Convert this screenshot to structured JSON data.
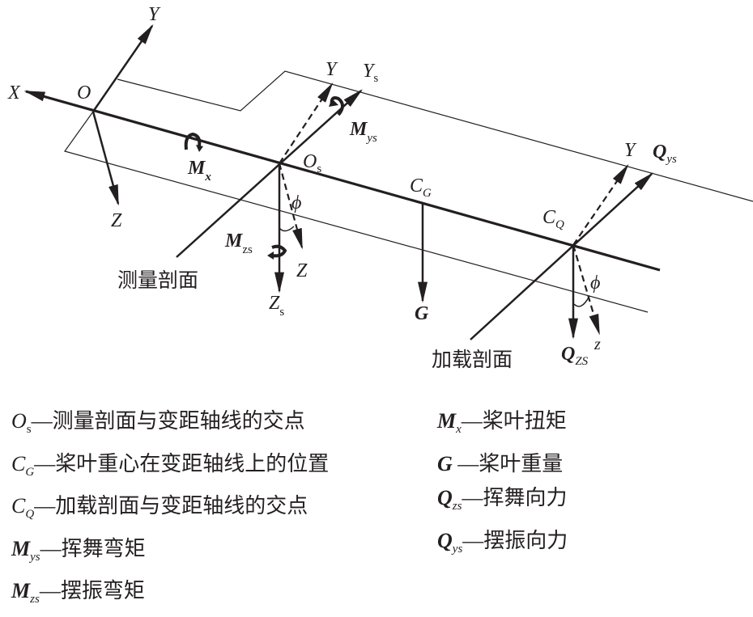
{
  "diagram": {
    "global_axes": {
      "X": "X",
      "Y": "Y",
      "Z": "Z",
      "origin": "O"
    },
    "measurement_section": {
      "origin": {
        "main": "O",
        "sub": "s"
      },
      "Y": "Y",
      "Ys": {
        "main": "Y",
        "sub": "s"
      },
      "Z": "Z",
      "Zs": {
        "main": "Z",
        "sub": "s"
      },
      "phi": "ϕ",
      "Mx": {
        "main": "M",
        "sub": "x"
      },
      "Mys": {
        "main": "M",
        "sub": "ys"
      },
      "Mzs": {
        "main": "M",
        "sub": "zs"
      },
      "label": "测量剖面"
    },
    "gravity": {
      "CG": {
        "main": "C",
        "sub": "G"
      },
      "G": "G"
    },
    "loading_section": {
      "CQ": {
        "main": "C",
        "sub": "Q"
      },
      "Y": "Y",
      "Qys": {
        "main": "Q",
        "sub": "ys"
      },
      "Qzs": {
        "main": "Q",
        "sub": "ZS"
      },
      "z": "z",
      "phi": "ϕ",
      "label": "加载剖面"
    }
  },
  "legend": {
    "left": [
      {
        "sym": "O",
        "sub": "s",
        "desc": "—测量剖面与变距轴线的交点"
      },
      {
        "sym": "C",
        "sub": "G",
        "desc": "—桨叶重心在变距轴线上的位置"
      },
      {
        "sym": "C",
        "sub": "Q",
        "desc": "—加载剖面与变距轴线的交点"
      },
      {
        "sym": "M",
        "sub": "ys",
        "desc": "—挥舞弯矩"
      },
      {
        "sym": "M",
        "sub": "zs",
        "desc": "—摆振弯矩"
      }
    ],
    "right": [
      {
        "sym": "M",
        "sub": "x",
        "desc": "—桨叶扭矩"
      },
      {
        "sym": "G",
        "sub": "",
        "desc": " —桨叶重量"
      },
      {
        "sym": "Q",
        "sub": "zs",
        "desc": "—挥舞向力"
      },
      {
        "sym": "Q",
        "sub": "ys",
        "desc": "—摆振向力"
      }
    ]
  }
}
